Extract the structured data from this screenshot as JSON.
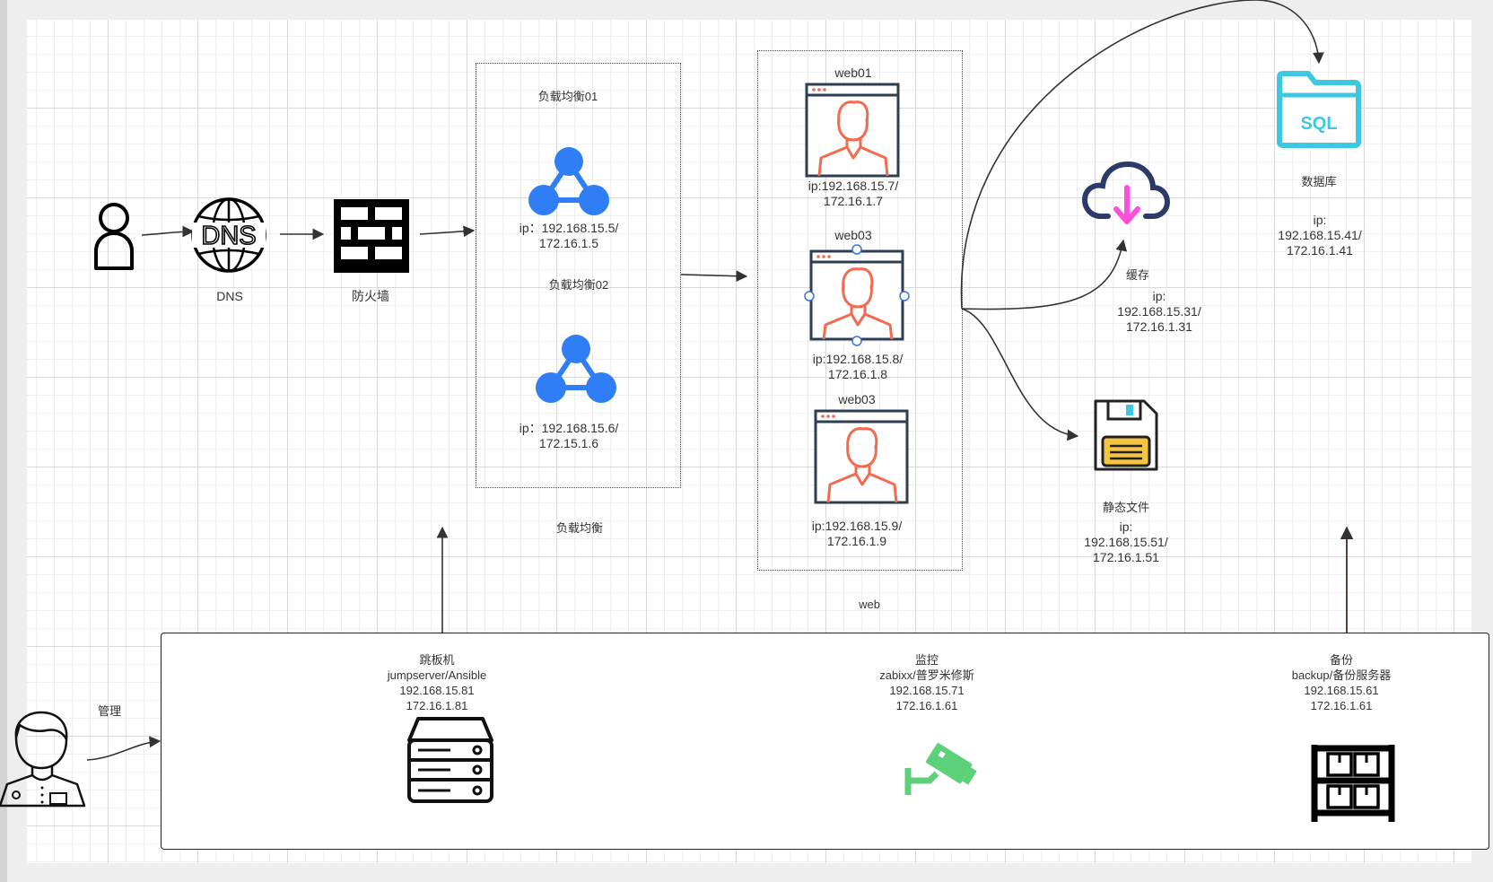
{
  "nodes": {
    "user_label": "",
    "dns_label": "DNS",
    "dns_icon_text": "DNS",
    "firewall_label": "防火墙",
    "lb_group_label": "负载均衡",
    "lb01": {
      "title": "负载均衡01",
      "ip_line1": "ip：192.168.15.5/",
      "ip_line2": "172.16.1.5"
    },
    "lb02": {
      "title": "负载均衡02",
      "ip_line1": "ip：192.168.15.6/",
      "ip_line2": "172.15.1.6"
    },
    "web_group_label": "web",
    "web01": {
      "title": "web01",
      "ip_line1": "ip:192.168.15.7/",
      "ip_line2": "172.16.1.7"
    },
    "web02": {
      "title": "web03",
      "ip_line1": "ip:192.168.15.8/",
      "ip_line2": "172.16.1.8"
    },
    "web03": {
      "title": "web03",
      "ip_line1": "ip:192.168.15.9/",
      "ip_line2": "172.16.1.9"
    },
    "cache": {
      "title": "缓存",
      "ip_line1": "ip:",
      "ip_line2": "192.168.15.31/",
      "ip_line3": "172.16.1.31"
    },
    "static": {
      "title": "静态文件",
      "ip_line1": "ip:",
      "ip_line2": "192.168.15.51/",
      "ip_line3": "172.16.1.51"
    },
    "database": {
      "title": "数据库",
      "icon_text": "SQL",
      "ip_line1": "ip:",
      "ip_line2": "192.168.15.41/",
      "ip_line3": "172.16.1.41"
    }
  },
  "management": {
    "admin_label": "管理",
    "jump": {
      "title": "跳板机",
      "line1": "jumpserver/Ansible",
      "line2": "192.168.15.81",
      "line3": "172.16.1.81"
    },
    "monitor": {
      "title": "监控",
      "line1": "zabixx/普罗米修斯",
      "line2": "192.168.15.71",
      "line3": "172.16.1.61"
    },
    "backup": {
      "title": "备份",
      "line1": "backup/备份服务器",
      "line2": "192.168.15.61",
      "line3": "172.16.1.61"
    }
  },
  "colors": {
    "lb_blue": "#2f7ef5",
    "web_red": "#f26a4f",
    "web_frame": "#2c3e50",
    "cache_navy": "#2b3a67",
    "cache_pink": "#ff4fd8",
    "sql_cyan": "#3ec8e0",
    "floppy_yellow": "#f4c542",
    "camera_green": "#5cd17a",
    "selection_blue": "#3b73d6"
  }
}
